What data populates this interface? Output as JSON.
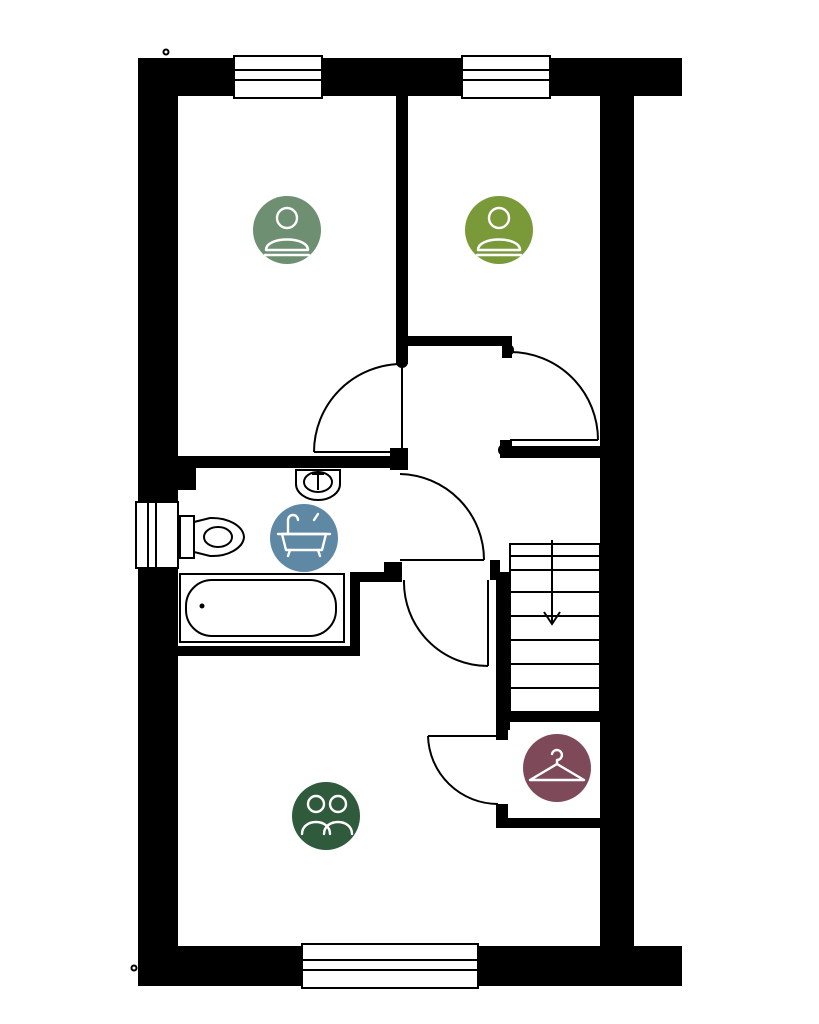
{
  "floor_plan": {
    "rooms": [
      {
        "id": "bedroom-1",
        "icon": "person-icon",
        "color": "#6E8F72"
      },
      {
        "id": "bedroom-2",
        "icon": "person-icon",
        "color": "#7A9A3A"
      },
      {
        "id": "bathroom",
        "icon": "bathtub-icon",
        "color": "#5E88A4"
      },
      {
        "id": "storage",
        "icon": "coat-hanger-icon",
        "color": "#7E4A5A"
      },
      {
        "id": "bedroom-3",
        "icon": "two-people-icon",
        "color": "#2F5A3C"
      }
    ],
    "colors": {
      "wall": "#000000",
      "background": "#ffffff",
      "icon_glyph": "#ffffff"
    }
  }
}
